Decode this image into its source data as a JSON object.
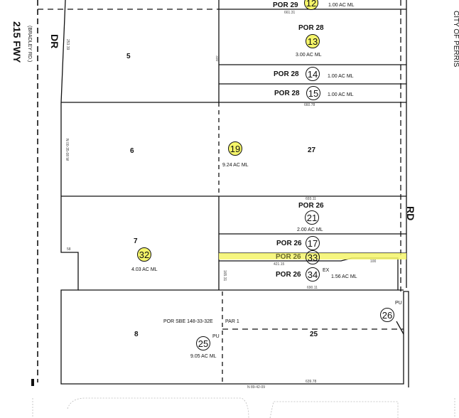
{
  "roads": {
    "freeway": "215 FWY",
    "freeway_alias": "(BRADLEY RD.)",
    "dr": "DR",
    "rd": "RD",
    "city": "CITY OF PERRIS"
  },
  "highlight_color": "#f5f56a",
  "lots": {
    "l5": "5",
    "l6": "6",
    "l7": "7",
    "l8": "8",
    "l25": "25",
    "l27": "27"
  },
  "parcels": {
    "p12": {
      "por": "POR 29",
      "num": "12",
      "area": "1.00 AC ML",
      "highlighted": true
    },
    "p13": {
      "por": "POR 28",
      "num": "13",
      "area": "3.00 AC ML",
      "highlighted": true
    },
    "p14": {
      "por": "POR 28",
      "num": "14",
      "area": "1.00 AC ML"
    },
    "p15": {
      "por": "POR 28",
      "num": "15",
      "area": "1.00 AC ML"
    },
    "p19": {
      "num": "19",
      "area": "9.24 AC ML",
      "highlighted": true
    },
    "p21": {
      "por": "POR 26",
      "num": "21",
      "area": "2.00 AC ML"
    },
    "p17": {
      "por": "POR 26",
      "num": "17"
    },
    "p33": {
      "por": "POR 26",
      "num": "33",
      "highlighted": true
    },
    "p34": {
      "por": "POR 26",
      "num": "34",
      "ex": "EX",
      "area": "1.56 AC ML"
    },
    "p32": {
      "num": "32",
      "area": "4.03 AC ML",
      "highlighted": true
    },
    "p25": {
      "num": "25",
      "pu": "PU",
      "area": "9.05 AC ML"
    },
    "p26": {
      "num": "26",
      "pu": "PU"
    }
  },
  "annotations": {
    "sbe": "POR SBE 148-33-32E",
    "par": "PAR 1"
  },
  "dimensions": {
    "d1": "661.31",
    "d2": "660.78",
    "d3": "693.11",
    "d4": "421.15",
    "d5": "690.11",
    "d6": "639.78",
    "d7": "N 00-35-08 W",
    "d8": "253.39",
    "d9": "330",
    "d10": "58",
    "d11": "165.31",
    "d12": "100",
    "d13": "N 89-42-09"
  }
}
